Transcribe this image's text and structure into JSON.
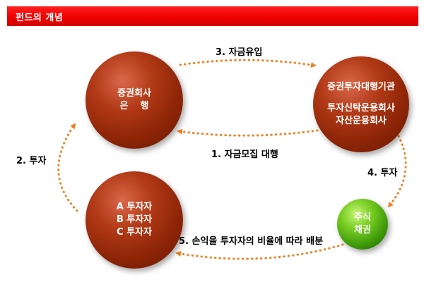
{
  "header": {
    "title": "펀드의 개념"
  },
  "nodes": {
    "securities": {
      "line1": "증권회사",
      "line2": "은행"
    },
    "manager": {
      "line1": "증권투자대행기관",
      "line2": "투자신탁운용회사",
      "line3": "자산운용회사"
    },
    "investors": {
      "line1": "A 투자자",
      "line2": "B 투자자",
      "line3": "C 투자자"
    },
    "assets": {
      "line1": "주식",
      "line2": "채권"
    }
  },
  "flows": {
    "inflow": "3. 자금유입",
    "solicit": "1. 자금모집 대행",
    "invest_fund": "2. 투자",
    "invest_assets": "4. 투자",
    "distribute": "5. 손익을 투자자의 비율에 따라 배분"
  },
  "colors": {
    "header": "#ee0000",
    "arrow": "#f08020",
    "node_red": "#8f2607",
    "node_green": "#3f9b0a"
  }
}
